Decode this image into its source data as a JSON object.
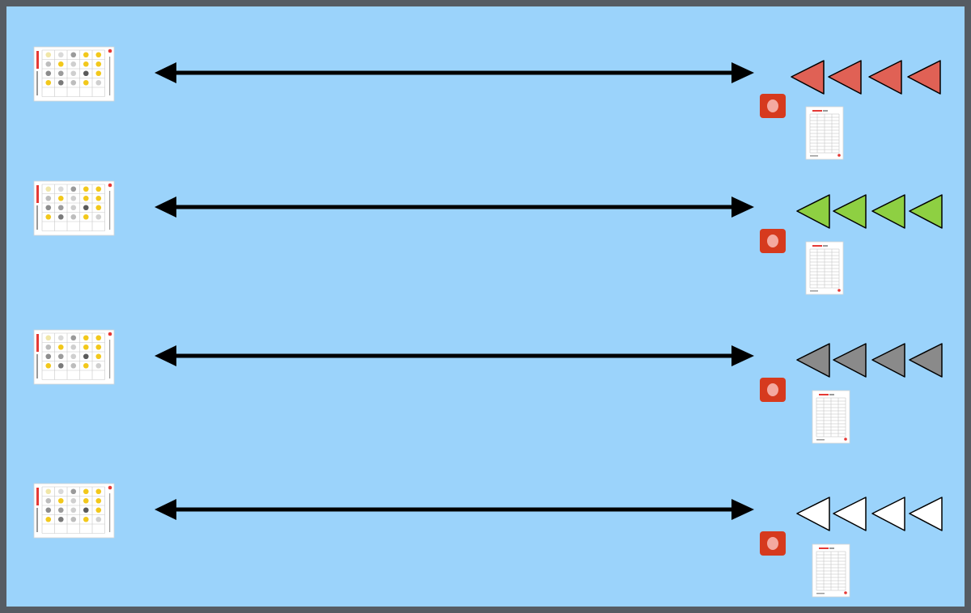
{
  "colors": {
    "field": "#9BD3FB",
    "border": "#565C63",
    "arrow": "#000000",
    "button": "#D63A1E",
    "card_accent": "#E53935",
    "card_icon": "#F2C81B"
  },
  "lanes": [
    {
      "name": "lane-1",
      "team_color": "#E06155",
      "cones": 4,
      "card_icon": "memory-card-icon",
      "sheet_icon": "score-sheet-icon",
      "button_icon": "red-button-icon"
    },
    {
      "name": "lane-2",
      "team_color": "#8ED042",
      "cones": 4,
      "card_icon": "memory-card-icon",
      "sheet_icon": "score-sheet-icon",
      "button_icon": "red-button-icon"
    },
    {
      "name": "lane-3",
      "team_color": "#8A8A8A",
      "cones": 4,
      "card_icon": "memory-card-icon",
      "sheet_icon": "score-sheet-icon",
      "button_icon": "red-button-icon"
    },
    {
      "name": "lane-4",
      "team_color": "#FFFFFF",
      "cones": 4,
      "card_icon": "memory-card-icon",
      "sheet_icon": "score-sheet-icon",
      "button_icon": "red-button-icon"
    }
  ]
}
